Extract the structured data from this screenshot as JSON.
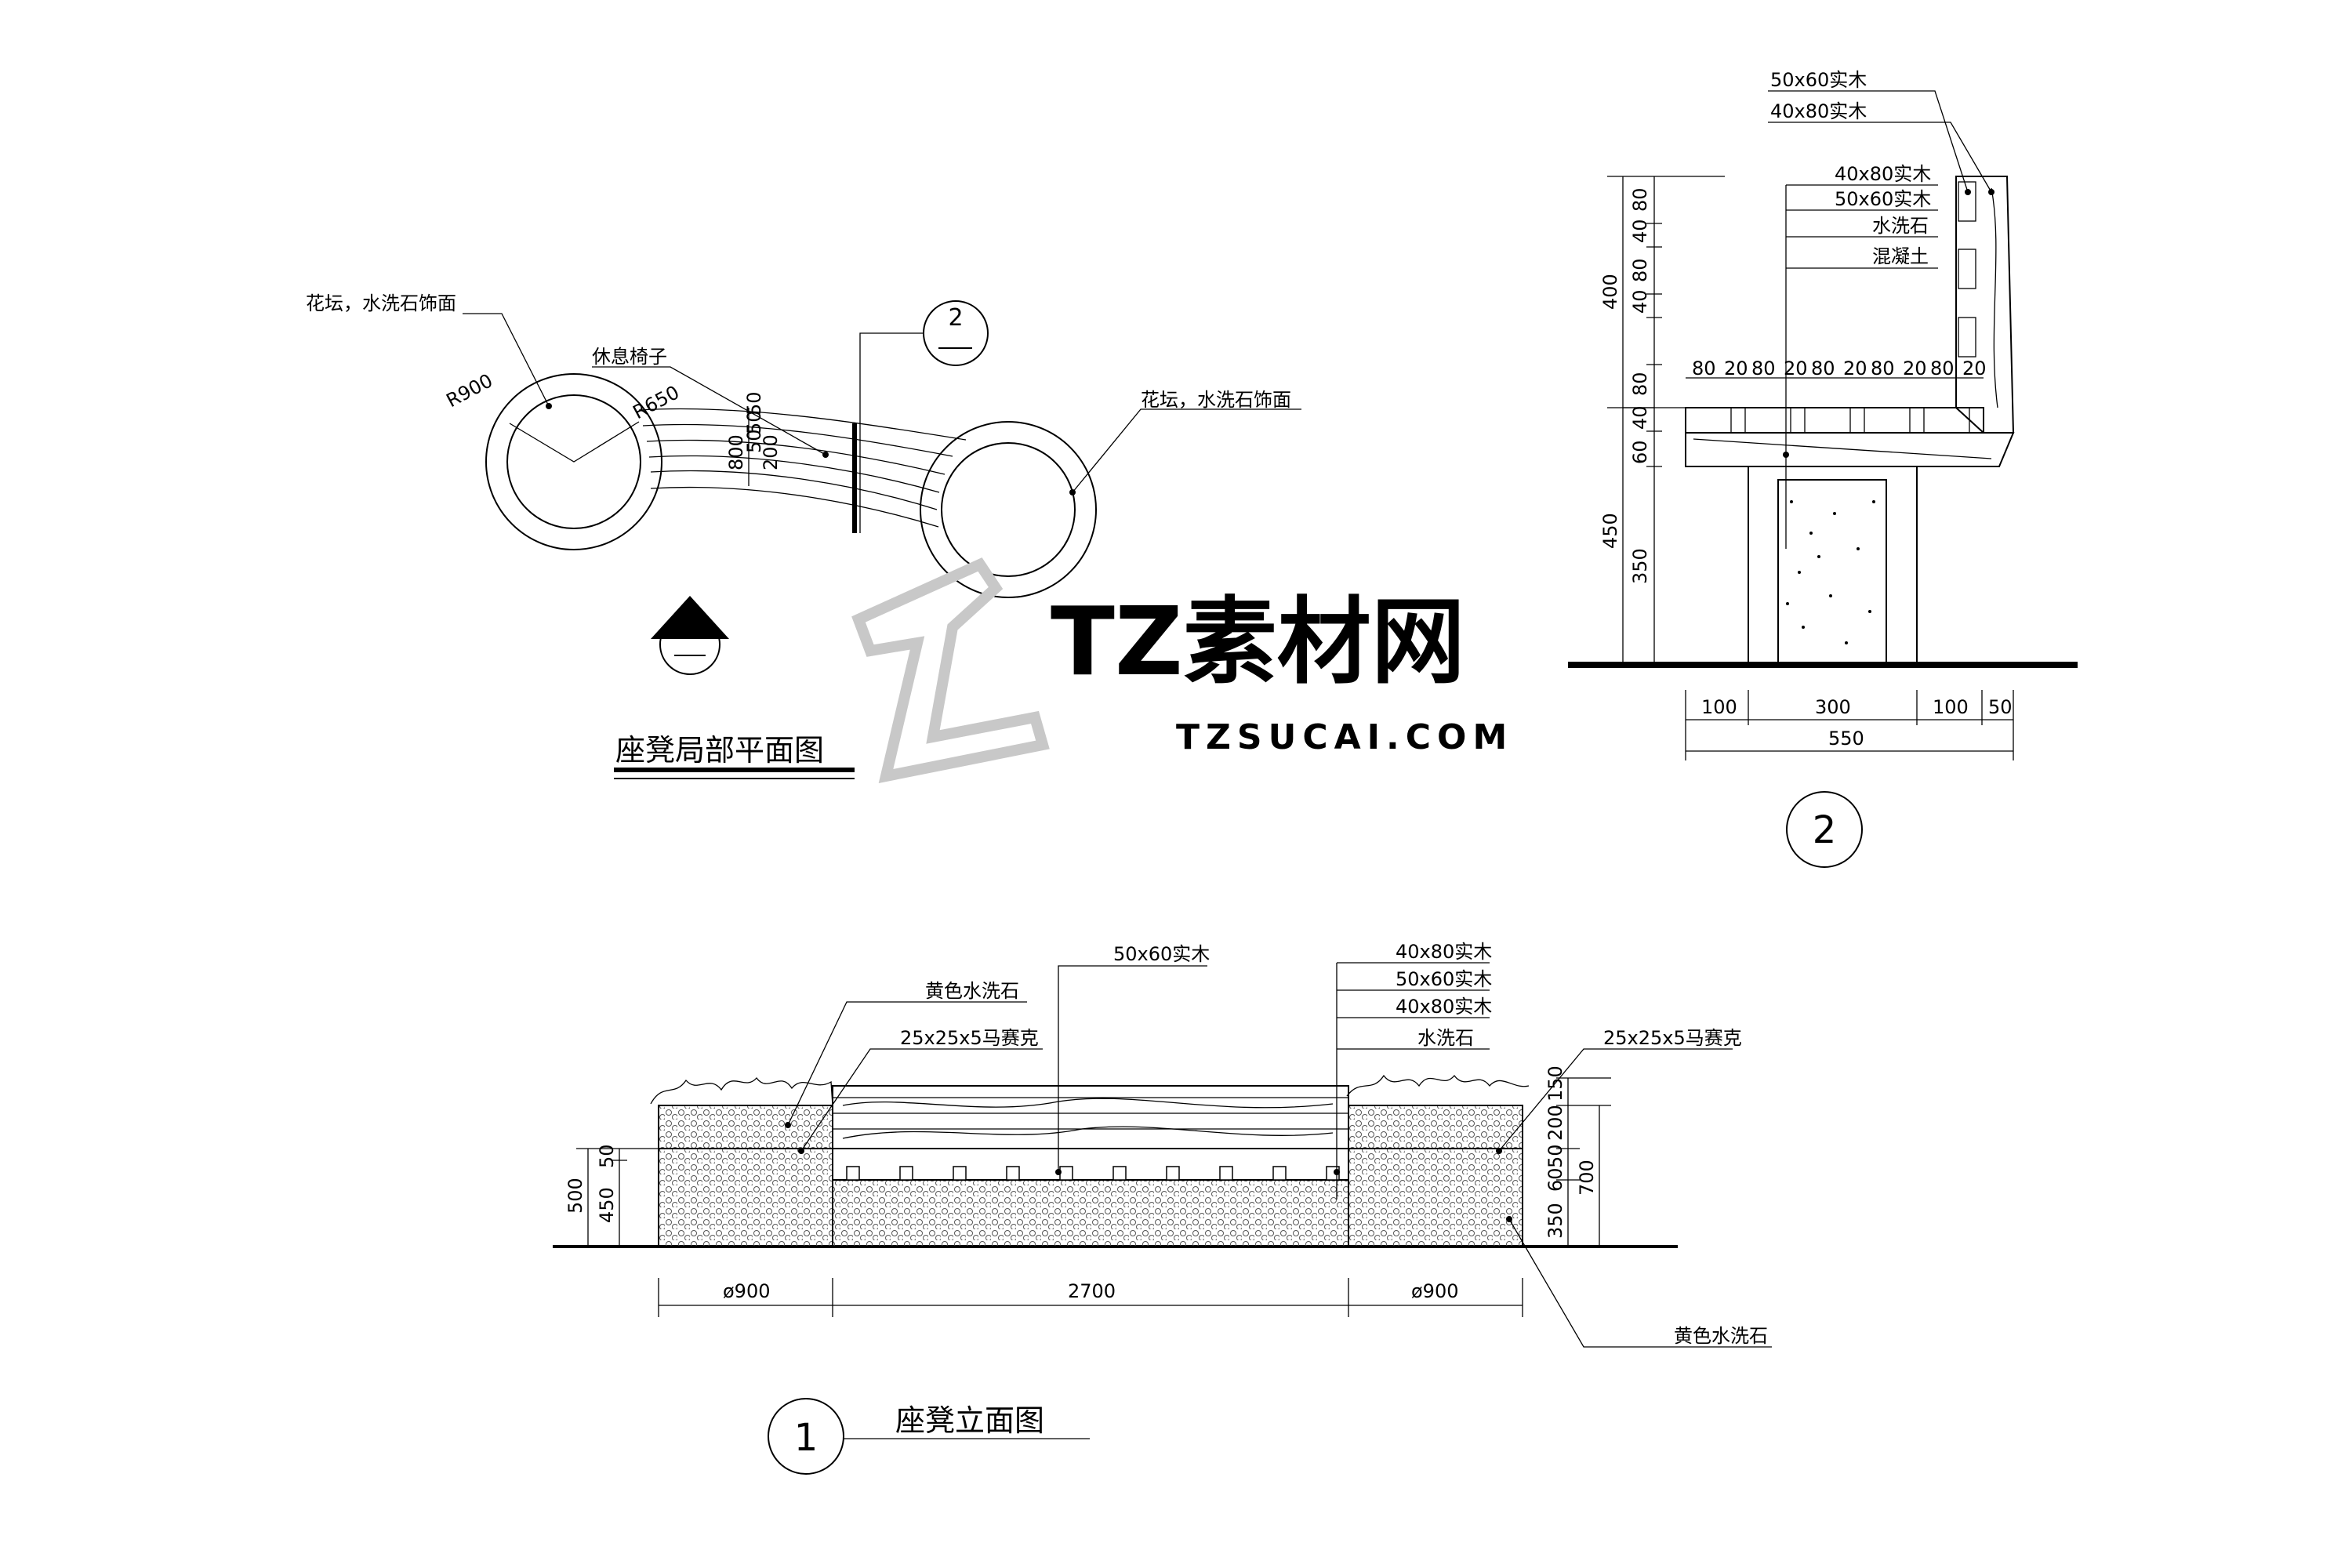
{
  "plan_view": {
    "title": "座凳局部平面图",
    "planter_left_label": "花坛，水洗石饰面",
    "planter_right_label": "花坛，水洗石饰面",
    "bench_label": "休息椅子",
    "radius_outer": "R900",
    "radius_inner": "R650",
    "dims": [
      "800",
      "50",
      "50",
      "50",
      "200"
    ],
    "section_marker_number": "2",
    "elevation_marker_number": "1"
  },
  "section_view": {
    "callout_number": "2",
    "top_labels": [
      "50x60实木",
      "40x80实木"
    ],
    "layer_labels": [
      "40x80实木",
      "50x60实木",
      "水洗石",
      "混凝土"
    ],
    "backrest_dims": [
      "80",
      "40",
      "80",
      "40",
      "80"
    ],
    "backrest_total": "400",
    "seat_top_dims": [
      "80",
      "20",
      "80",
      "20",
      "80",
      "20",
      "80",
      "20",
      "80",
      "20"
    ],
    "seat_dims": [
      "40",
      "60"
    ],
    "base_dim": "350",
    "seat_total": "450",
    "bottom_dims": [
      "100",
      "300",
      "100",
      "50"
    ],
    "bottom_total": "550"
  },
  "elevation_view": {
    "title": "座凳立面图",
    "callout_number": "1",
    "label_center": "50x60实木",
    "labels_right": [
      "40x80实木",
      "50x60实木",
      "40x80实木",
      "水洗石"
    ],
    "label_yellow_stone": "黄色水洗石",
    "label_mosaic_left": "25x25x5马赛克",
    "label_mosaic_right": "25x25x5马赛克",
    "label_yellow_stone_bottom": "黄色水洗石",
    "left_dims": [
      "500",
      "450",
      "50"
    ],
    "right_dims": [
      "50",
      "150",
      "200",
      "60",
      "350",
      "700"
    ],
    "bottom_dims": [
      "ø900",
      "2700",
      "ø900"
    ]
  },
  "watermark": {
    "brand": "TZ素材网",
    "url": "TZSUCAI.COM"
  }
}
